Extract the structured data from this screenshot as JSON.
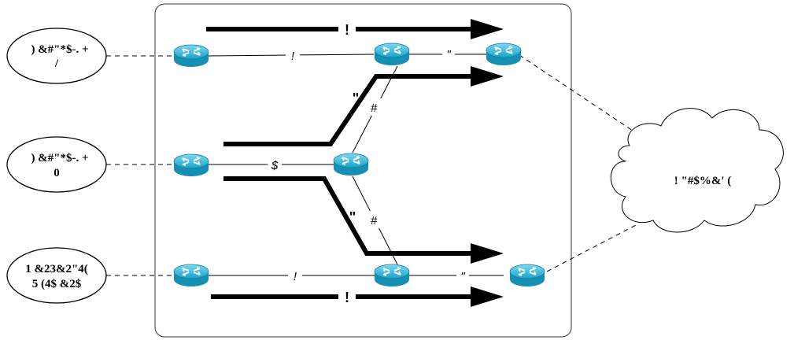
{
  "diagram": {
    "clients": [
      {
        "line1": ") &#\"*$-. +",
        "line2": "/"
      },
      {
        "line1": ") &#\"*$-. +",
        "line2": "0"
      },
      {
        "line1": "1 &23&2\"4(",
        "line2": "5 (4$ &2$"
      }
    ],
    "cloud_label": "! \"#$%&' (",
    "link_labels": {
      "top_left": "!",
      "top_right": "\"",
      "middle": "$",
      "diag_upper": "#",
      "diag_lower": "#",
      "bottom_left": "!",
      "bottom_right": "\""
    },
    "flow_labels": {
      "top": "!",
      "upper_branch": "\"",
      "lower_branch": "\"",
      "bottom": "!"
    }
  }
}
